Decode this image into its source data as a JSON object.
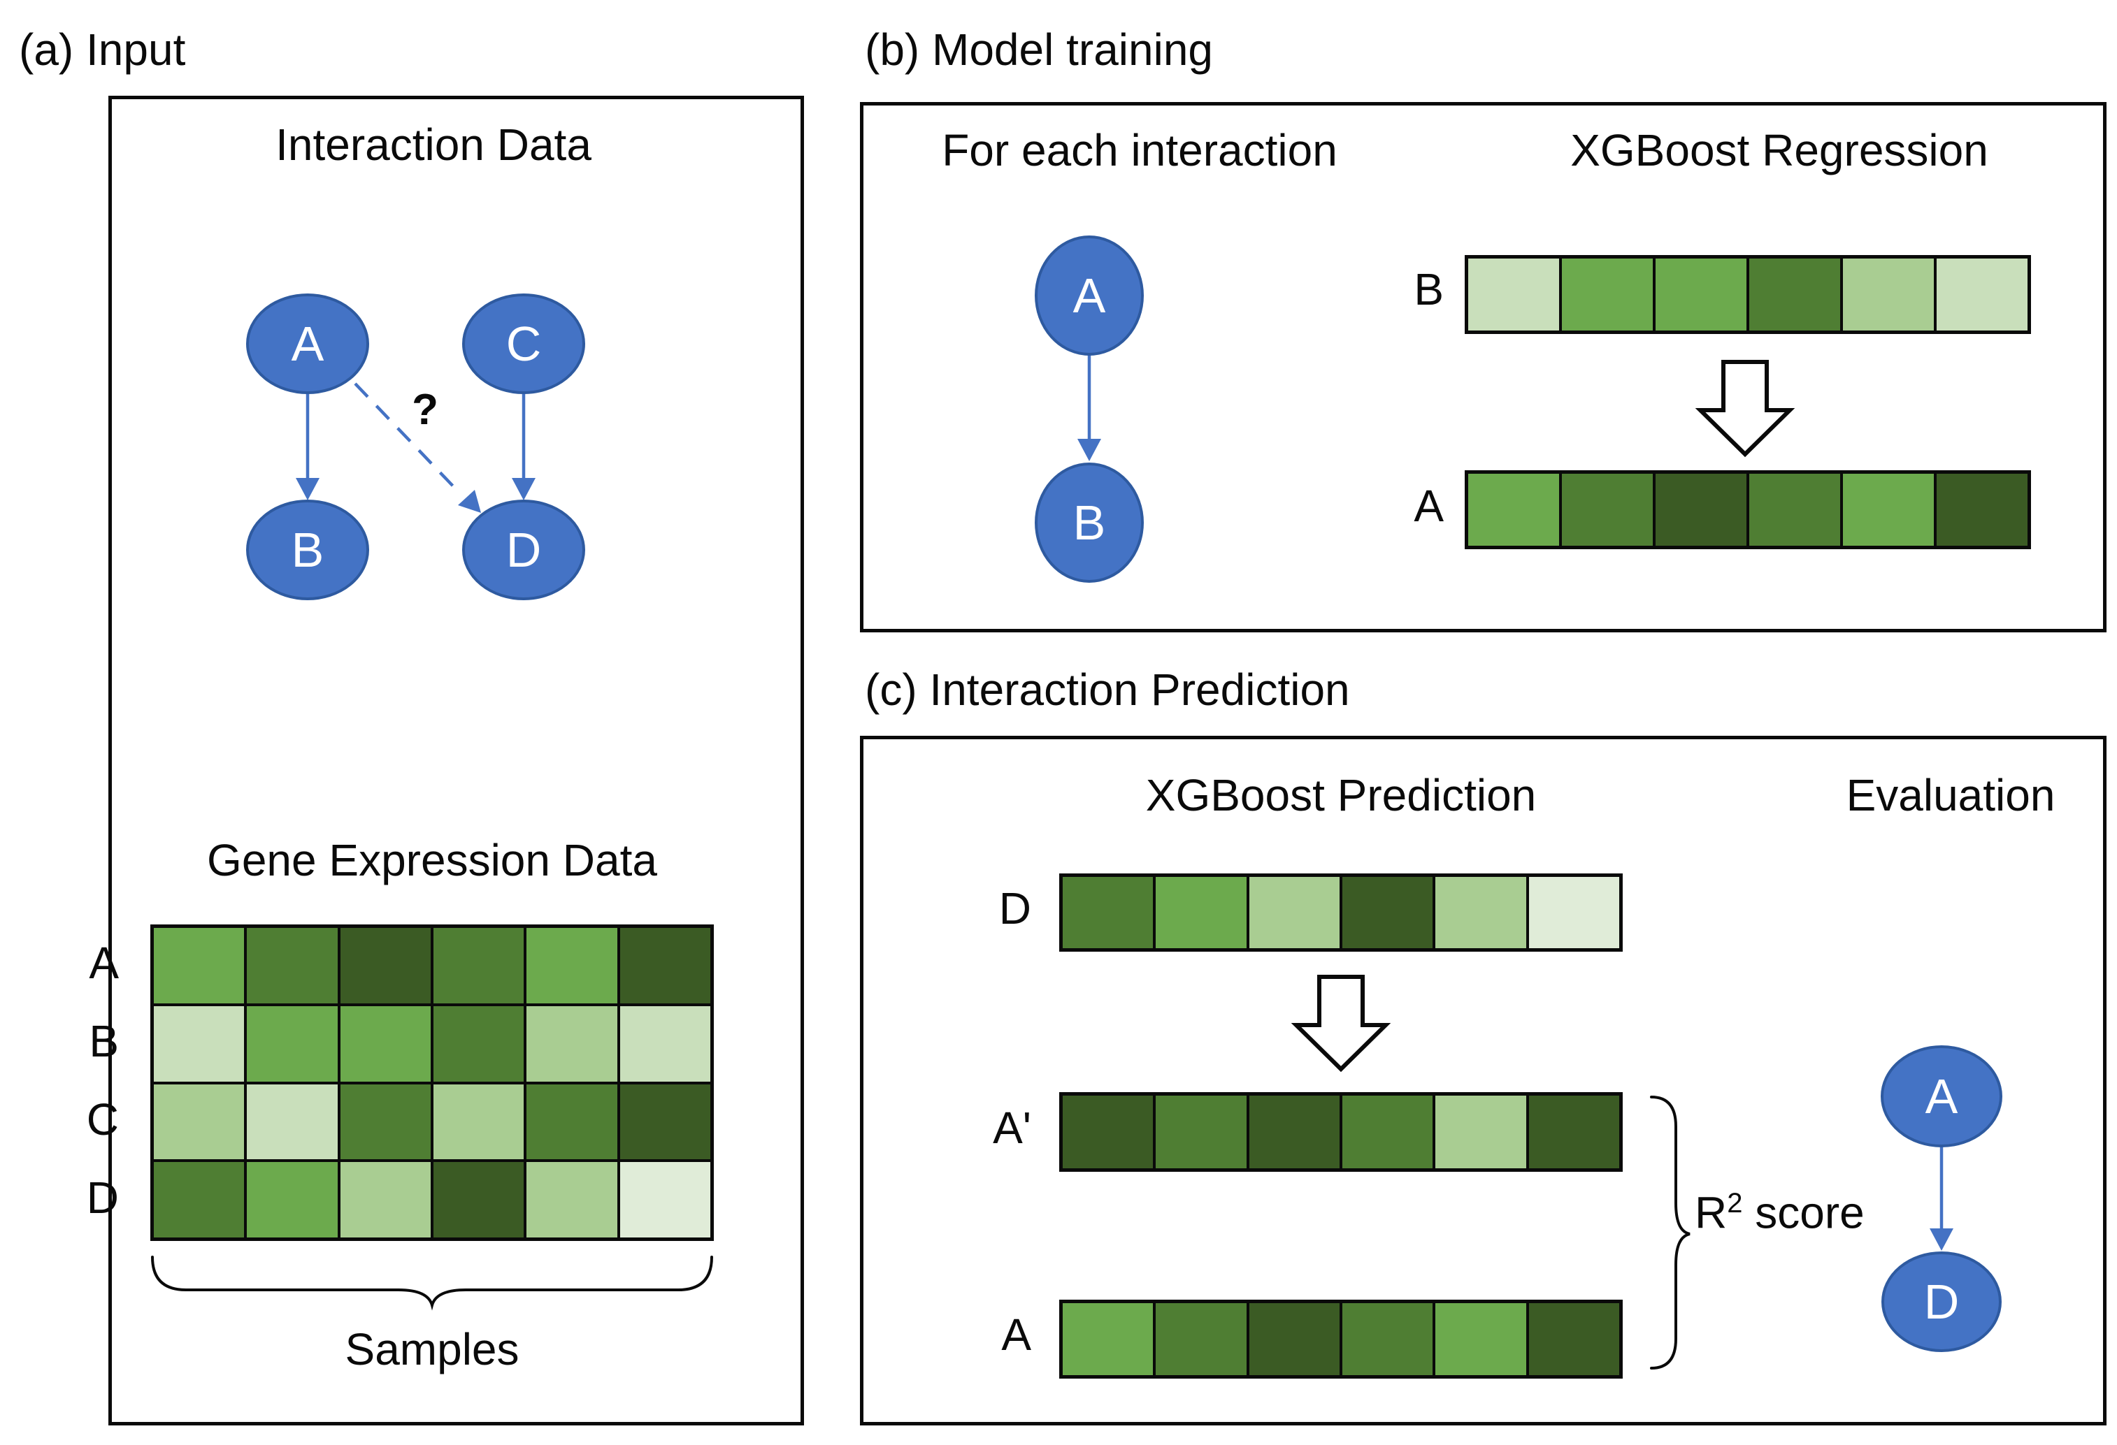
{
  "palette": {
    "palest": "#e0ecd8",
    "very_light": "#c9dfbb",
    "light": "#a9cd92",
    "medium": "#6caa4d",
    "dark": "#4f7e33",
    "darkest": "#3b5b24",
    "node_fill": "#4473c5",
    "node_stroke": "#2e5aa0",
    "arrow": "#4472c4"
  },
  "panel_a": {
    "title": "(a) Input",
    "interaction_title": "Interaction Data",
    "question_mark": "?",
    "graph_nodes": {
      "a": "A",
      "b": "B",
      "c": "C",
      "d": "D"
    },
    "expression_title": "Gene Expression Data",
    "matrix": {
      "row_labels": [
        "A",
        "B",
        "C",
        "D"
      ],
      "rows": [
        [
          "medium",
          "dark",
          "darkest",
          "dark",
          "medium",
          "darkest"
        ],
        [
          "very_light",
          "medium",
          "medium",
          "dark",
          "light",
          "very_light"
        ],
        [
          "light",
          "very_light",
          "dark",
          "light",
          "dark",
          "darkest"
        ],
        [
          "dark",
          "medium",
          "light",
          "darkest",
          "light",
          "palest"
        ]
      ]
    },
    "samples_label": "Samples"
  },
  "panel_b": {
    "title": "(b) Model training",
    "left_heading": "For each interaction",
    "right_heading": "XGBoost Regression",
    "graph_nodes": {
      "a": "A",
      "b": "B"
    },
    "rows": [
      {
        "label": "B",
        "cells": [
          "very_light",
          "medium",
          "medium",
          "dark",
          "light",
          "very_light"
        ]
      },
      {
        "label": "A",
        "cells": [
          "medium",
          "dark",
          "darkest",
          "dark",
          "medium",
          "darkest"
        ]
      }
    ]
  },
  "panel_c": {
    "title": "(c) Interaction Prediction",
    "left_heading": "XGBoost Prediction",
    "right_heading": "Evaluation",
    "rows": [
      {
        "label": "D",
        "cells": [
          "dark",
          "medium",
          "light",
          "darkest",
          "light",
          "palest"
        ]
      },
      {
        "label": "A'",
        "cells": [
          "darkest",
          "dark",
          "darkest",
          "dark",
          "light",
          "darkest"
        ]
      },
      {
        "label": "A",
        "cells": [
          "medium",
          "dark",
          "darkest",
          "dark",
          "medium",
          "darkest"
        ]
      }
    ],
    "score_r": "R",
    "score_sup": "2",
    "score_rest": " score",
    "graph_nodes": {
      "a": "A",
      "d": "D"
    }
  }
}
